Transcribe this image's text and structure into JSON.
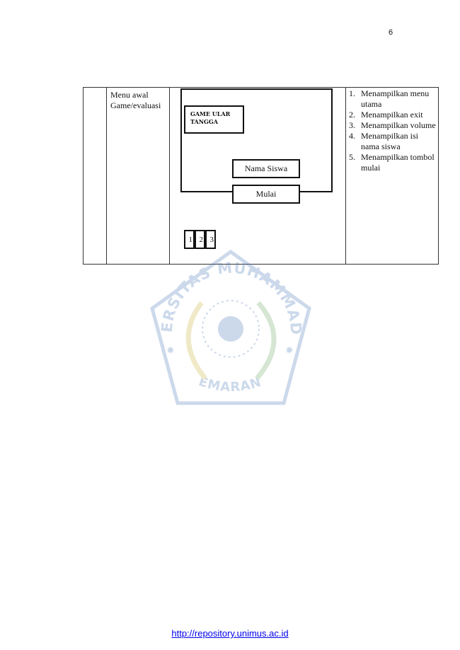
{
  "page_number": "6",
  "table": {
    "row_label": "Menu awal Game/evaluasi",
    "mockup": {
      "title": "GAME ULAR TANGGA",
      "name_field": "Nama Siswa",
      "start_button": "Mulai",
      "levels": [
        "1",
        "2",
        "3"
      ]
    },
    "features": [
      {
        "num": "1.",
        "text": "Menampilkan menu utama"
      },
      {
        "num": "2.",
        "text": "Menampilkan exit"
      },
      {
        "num": "3.",
        "text": "Menampilkan volume"
      },
      {
        "num": "4.",
        "text": "Menampilkan isi nama siswa"
      },
      {
        "num": "5.",
        "text": "Menampilkan tombol mulai"
      }
    ]
  },
  "watermark": {
    "top_text": "UNIVERSITAS MUHAMMADIYAH",
    "bottom_text": "SEMARANG",
    "color": "#4a78b8"
  },
  "footer": {
    "url": "http://repository.unimus.ac.id"
  }
}
